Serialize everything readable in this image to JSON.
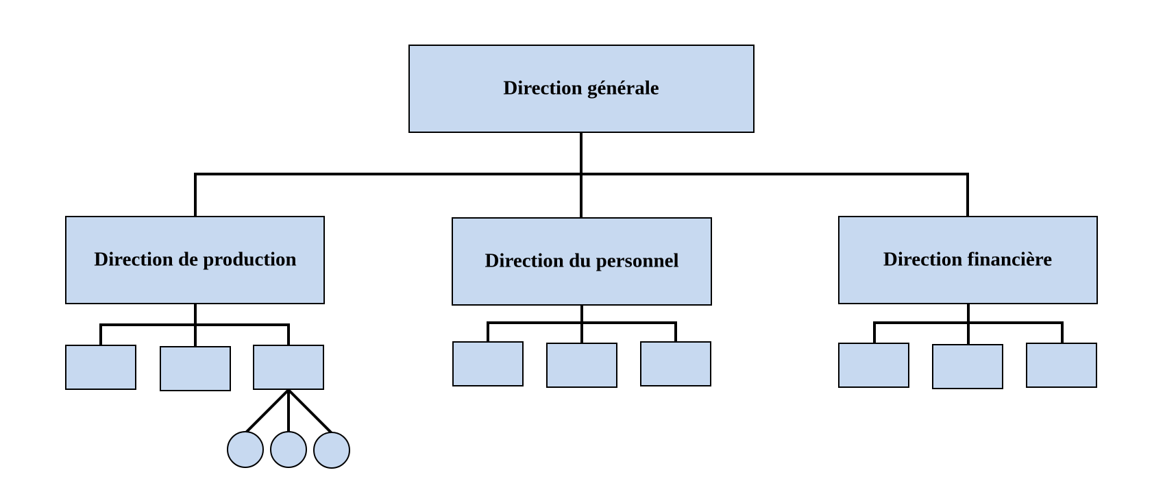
{
  "colors": {
    "box_fill": "#c7d9f0",
    "box_stroke": "#000000",
    "connector": "#000000",
    "background": "#ffffff"
  },
  "org_chart": {
    "root": {
      "label": "Direction générale"
    },
    "departments": [
      {
        "label": "Direction de production",
        "sub_units": 3,
        "sub_sub_units": 3
      },
      {
        "label": "Direction du personnel",
        "sub_units": 3
      },
      {
        "label": "Direction financière",
        "sub_units": 3
      }
    ]
  }
}
